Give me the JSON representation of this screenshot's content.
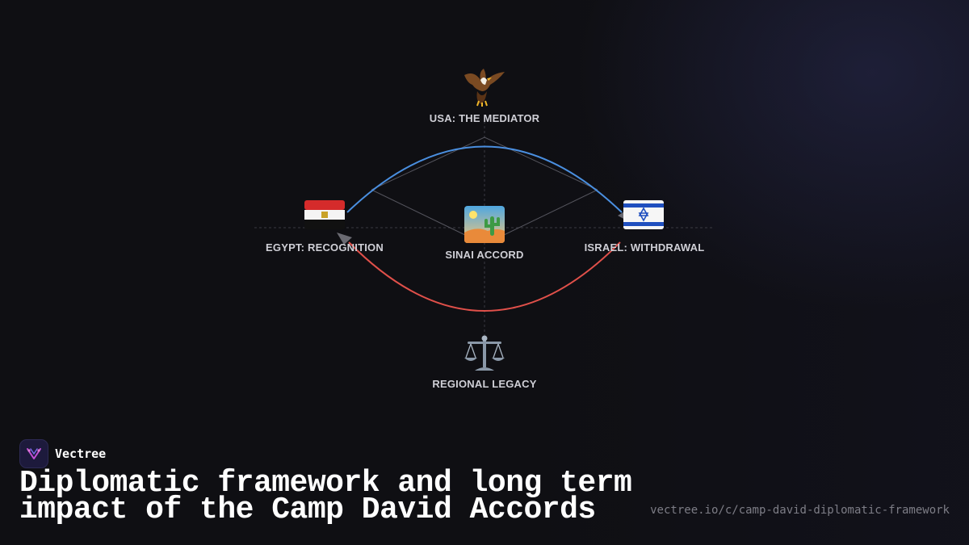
{
  "brand": {
    "name": "Vectree"
  },
  "headline": "Diplomatic framework and long term impact of the Camp David Accords",
  "source_url": "vectree.io/c/camp-david-diplomatic-framework",
  "colors": {
    "background": "#0f0f13",
    "arc_top": "#4a8fe0",
    "arc_bottom": "#e0504a",
    "guide": "#55555e"
  },
  "nodes": {
    "top": {
      "icon": "eagle-icon",
      "label": "USA: THE MEDIATOR"
    },
    "left": {
      "icon": "egypt-flag-icon",
      "label": "EGYPT: RECOGNITION"
    },
    "center": {
      "icon": "desert-icon",
      "label": "SINAI ACCORD"
    },
    "right": {
      "icon": "israel-flag-icon",
      "label": "ISRAEL: WITHDRAWAL"
    },
    "bottom": {
      "icon": "balance-scale-icon",
      "label": "REGIONAL LEGACY"
    }
  }
}
